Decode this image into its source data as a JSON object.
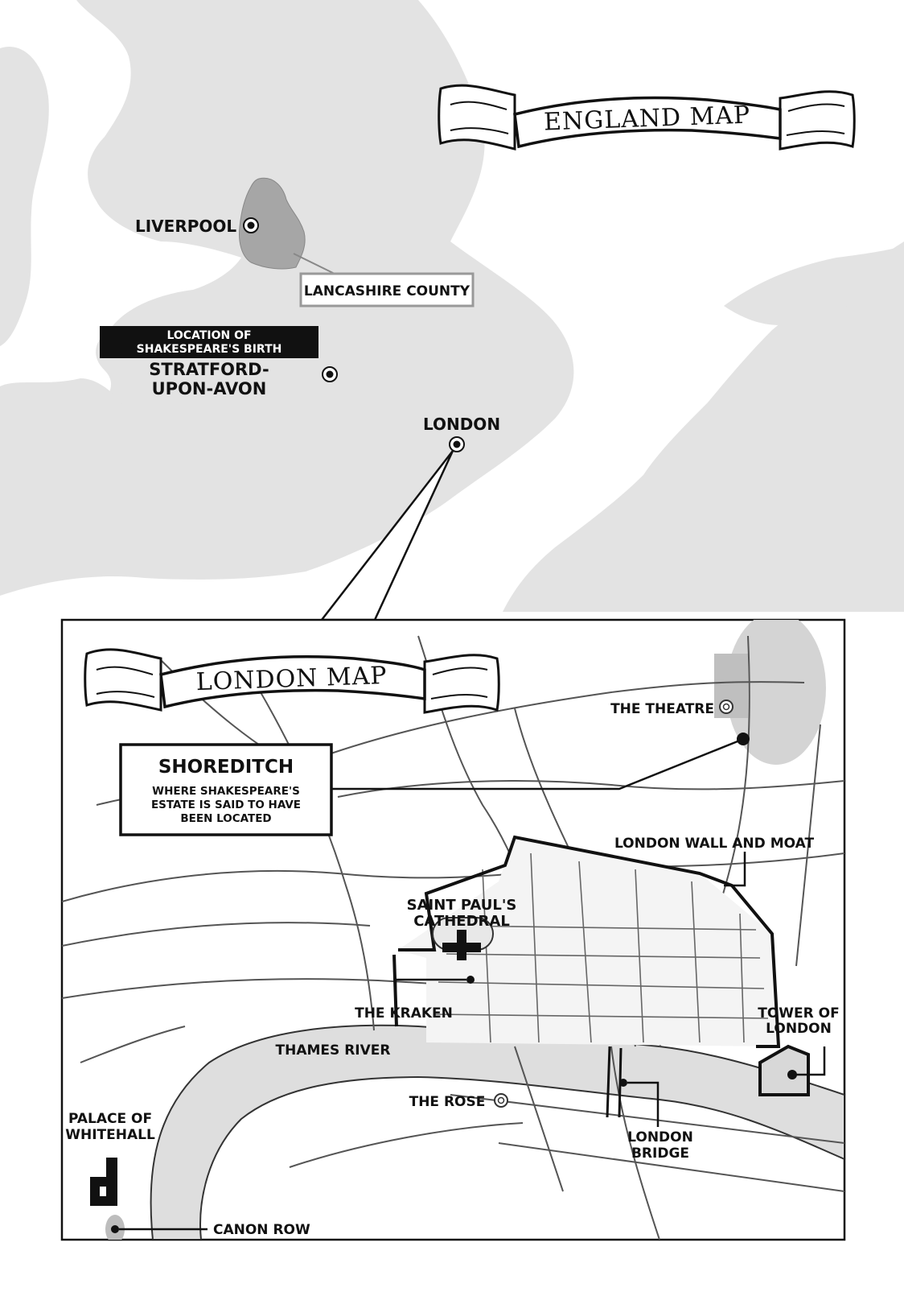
{
  "england": {
    "title": "ENGLAND MAP",
    "places": {
      "liverpool": "LIVERPOOL",
      "lancashire": "LANCASHIRE COUNTY",
      "birth_caption_1": "LOCATION OF",
      "birth_caption_2": "SHAKESPEARE'S BIRTH",
      "stratford_1": "STRATFORD-",
      "stratford_2": "UPON-AVON",
      "london": "LONDON"
    }
  },
  "london": {
    "title": "LONDON MAP",
    "shoreditch": {
      "title": "SHOREDITCH",
      "line1": "WHERE SHAKESPEARE'S",
      "line2": "ESTATE IS SAID TO HAVE",
      "line3": "BEEN LOCATED"
    },
    "labels": {
      "theatre": "THE THEATRE",
      "wall": "LONDON WALL AND MOAT",
      "st_pauls_1": "SAINT PAUL'S",
      "st_pauls_2": "CATHEDRAL",
      "kraken": "THE KRAKEN",
      "thames": "THAMES RIVER",
      "tower_1": "TOWER OF",
      "tower_2": "LONDON",
      "rose": "THE ROSE",
      "bridge_1": "LONDON",
      "bridge_2": "BRIDGE",
      "whitehall_1": "PALACE OF",
      "whitehall_2": "WHITEHALL",
      "canon_row": "CANON ROW"
    }
  },
  "colors": {
    "land": "#e3e3e3",
    "county": "#a6a6a6",
    "ink": "#111111",
    "river": "#dedede",
    "theatre_area": "#d4d4d4"
  }
}
